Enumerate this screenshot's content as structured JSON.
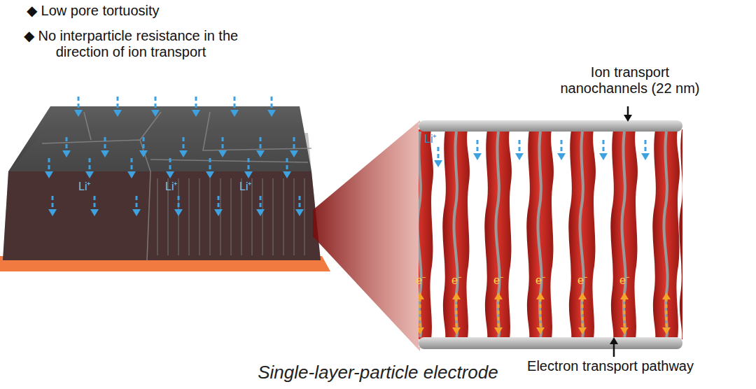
{
  "diagram": {
    "caption": "Single-layer-particle electrode",
    "labels": [
      "◆ Low pore tortuosity",
      "◆ No interparticle resistance in the direction of ion transport",
      "Li⁺",
      "Li⁺",
      "Li⁺",
      "Ion transport nanochannels (22 nm)",
      "Li⁺",
      "e⁻",
      "e⁻",
      "e⁻",
      "e⁻",
      "e⁻",
      "e⁻",
      "Electron transport pathway"
    ]
  }
}
